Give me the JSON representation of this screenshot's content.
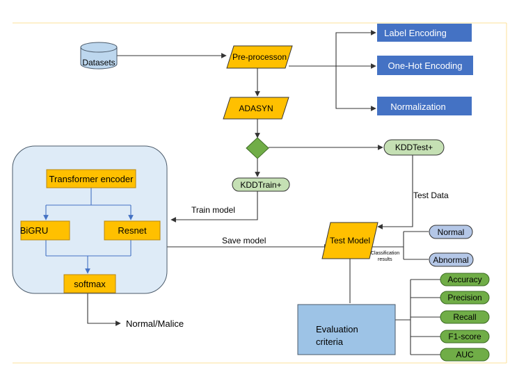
{
  "colors": {
    "orange": "#ffc000",
    "orange_border": "#b8860b",
    "blue": "#4472c4",
    "light_blue_box": "#9dc3e6",
    "panel_fill": "#deebf7",
    "green": "#70ad47",
    "light_green": "#c5e0b4",
    "lavender": "#b4c7e7",
    "cylinder": "#bdd7ee",
    "page_rule": "#fce29a"
  },
  "nodes": {
    "datasets": "Datasets",
    "preprocession": "Pre-processon",
    "adasyn": "ADASYN",
    "label_encoding": "Label Encoding",
    "onehot_encoding": "One-Hot Encoding",
    "normalization": "Normalization",
    "kddtest": "KDDTest+",
    "kddtrain": "KDDTrain+",
    "transformer": "Transformer encoder",
    "bigru": "BiGRU",
    "resnet": "Resnet",
    "softmax": "softmax",
    "test_model": "Test Model",
    "normal": "Normal",
    "abnormal": "Abnormal",
    "evaluation_line1": "Evaluation",
    "evaluation_line2": "criteria"
  },
  "edges": {
    "train_model": "Train model",
    "save_model": "Save model",
    "test_data": "Test Data",
    "classification_line1": "Classification",
    "classification_line2": "results",
    "output": "Normal/Malice"
  },
  "metrics": [
    "Accuracy",
    "Precision",
    "Recall",
    "F1-score",
    "AUC"
  ]
}
